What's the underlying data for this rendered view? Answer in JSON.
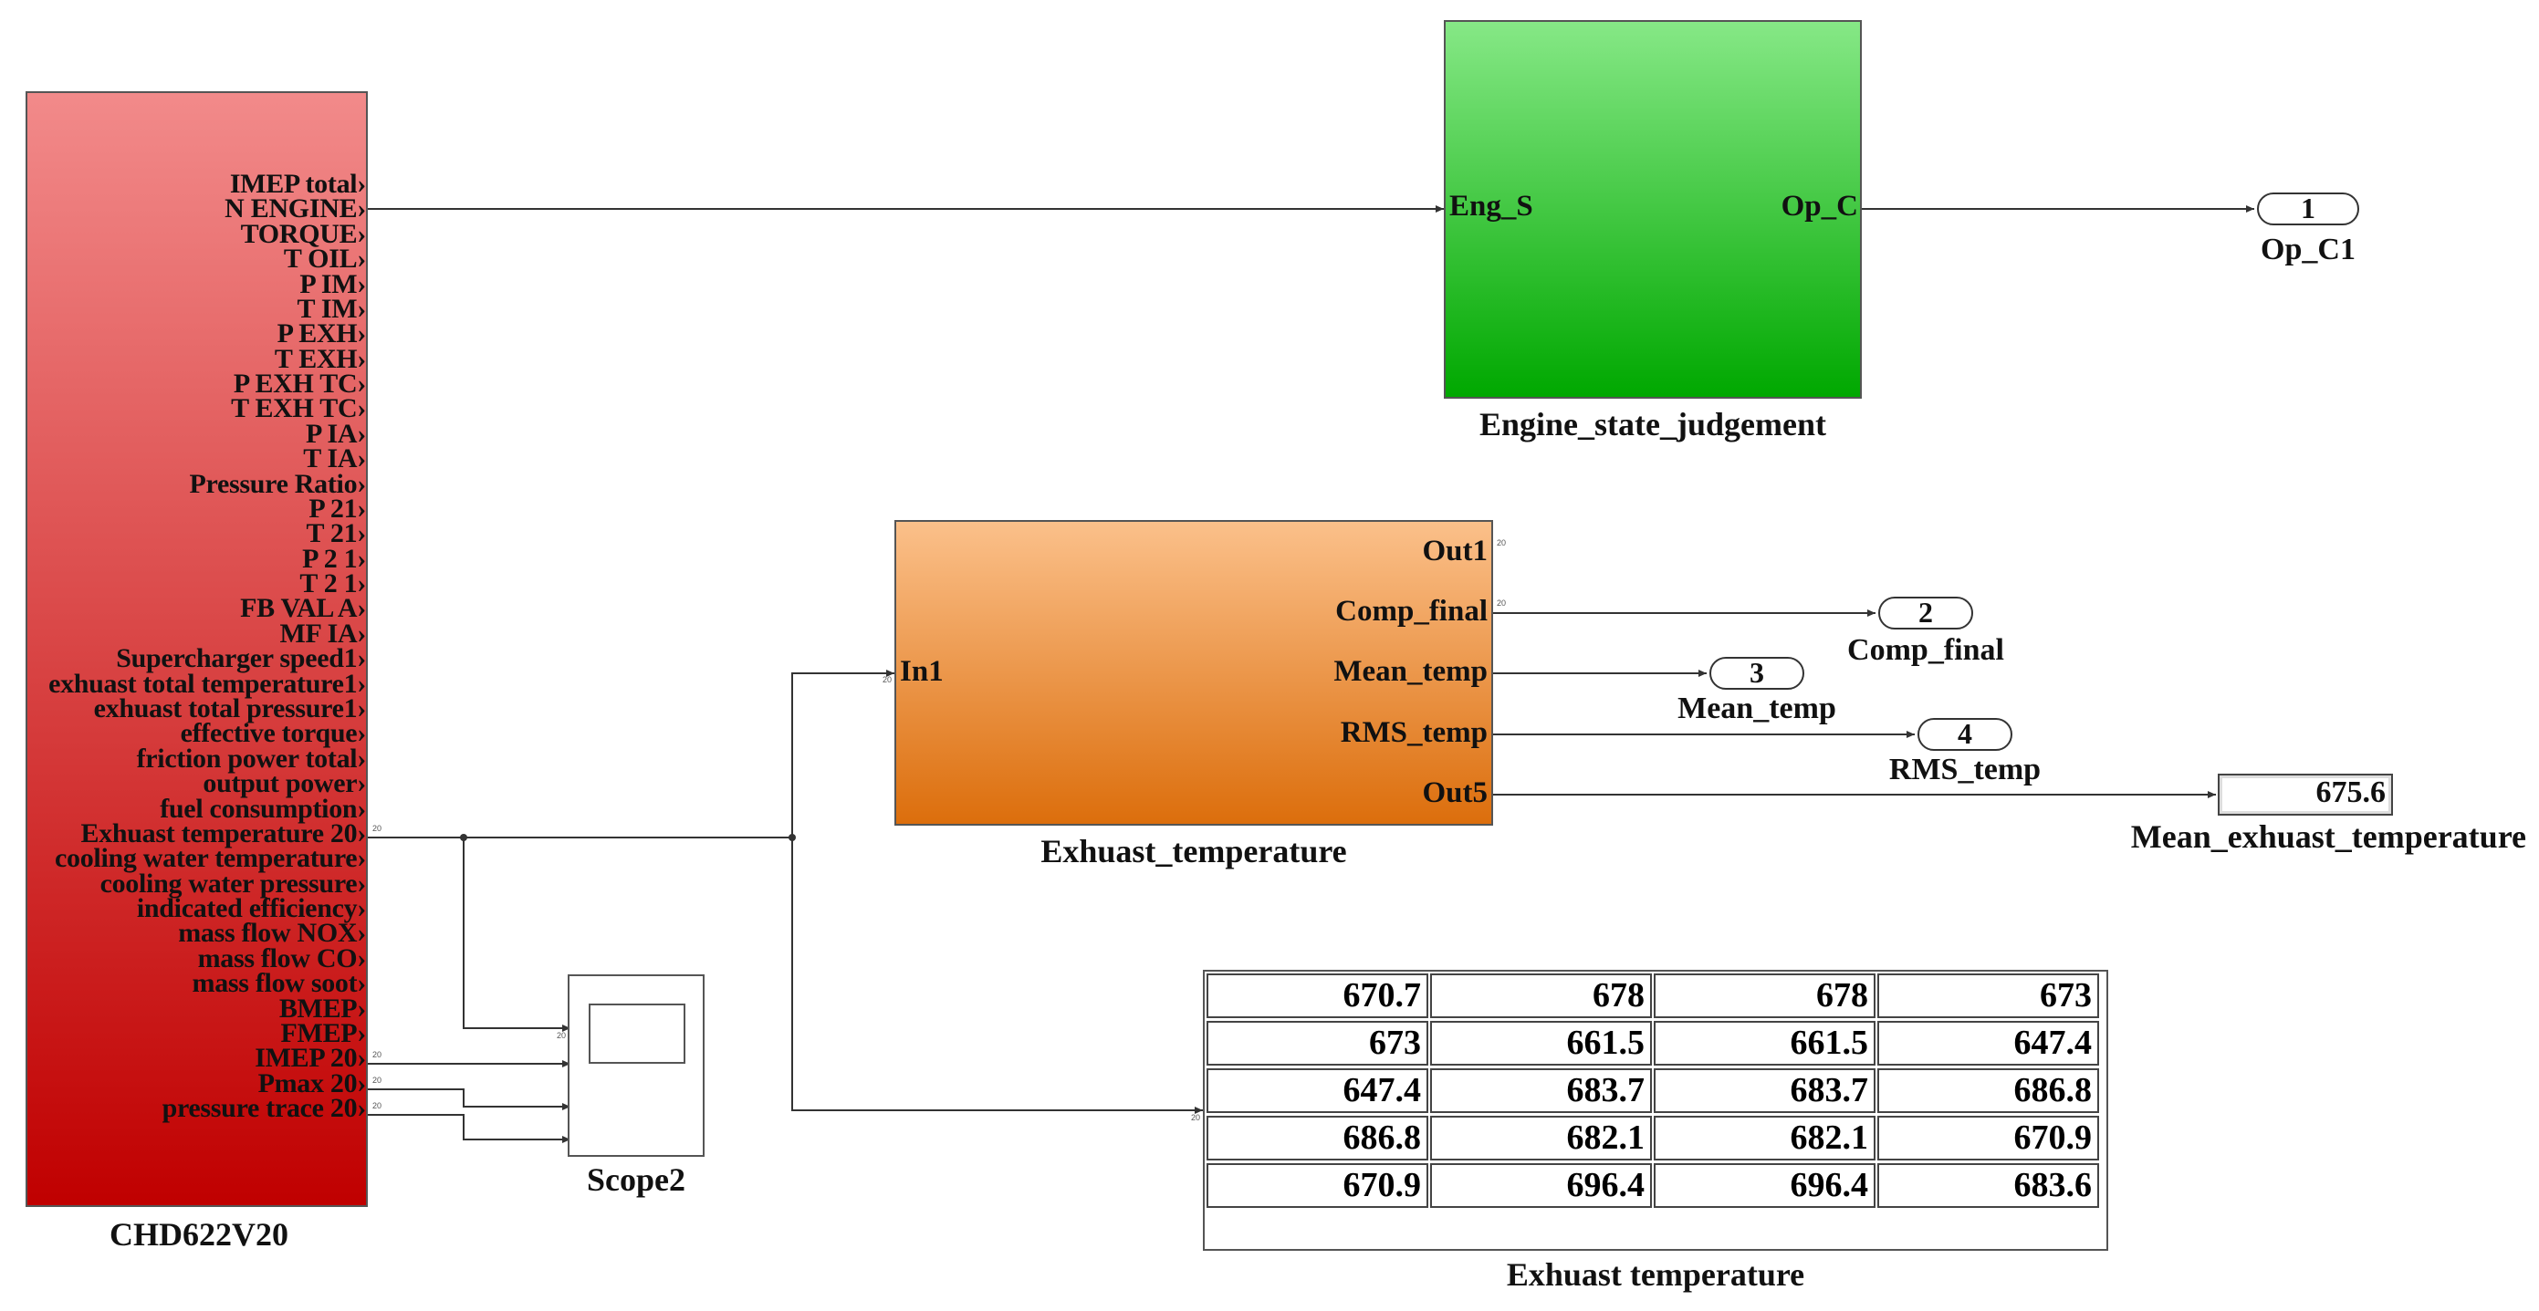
{
  "blocks": {
    "source": {
      "name": "CHD622V20",
      "ports": [
        "IMEP total",
        "N ENGINE",
        "TORQUE",
        "T OIL",
        "P IM",
        "T IM",
        "P EXH",
        "T EXH",
        "P EXH TC",
        "T EXH TC",
        "P IA",
        "T IA",
        "Pressure Ratio",
        "P 21",
        "T 21",
        "P 2 1",
        "T 2 1",
        "FB VAL A",
        "MF IA",
        "Supercharger speed1",
        "exhuast total temperature1",
        "exhuast total pressure1",
        "effective torque",
        "friction power total",
        "output power",
        "fuel consumption",
        "Exhuast temperature 20",
        "cooling water temperature",
        "cooling water pressure",
        "indicated efficiency",
        "mass flow NOX",
        "mass flow CO",
        "mass flow soot",
        "BMEP",
        "FMEP",
        "IMEP 20",
        "Pmax 20",
        "pressure trace 20"
      ]
    },
    "engine_state": {
      "name": "Engine_state_judgement",
      "in_port": "Eng_S",
      "out_port": "Op_C"
    },
    "exhaust": {
      "name": "Exhuast_temperature",
      "in_port": "In1",
      "out_ports": [
        "Out1",
        "Comp_final",
        "Mean_temp",
        "RMS_temp",
        "Out5"
      ]
    },
    "outports": [
      {
        "num": "1",
        "name": "Op_C1"
      },
      {
        "num": "2",
        "name": "Comp_final"
      },
      {
        "num": "3",
        "name": "Mean_temp"
      },
      {
        "num": "4",
        "name": "RMS_temp"
      }
    ],
    "display_mean": {
      "name": "Mean_exhuast_temperature",
      "value": "675.6"
    },
    "scope": {
      "name": "Scope2"
    },
    "display_table": {
      "name": "Exhuast temperature",
      "rows": [
        [
          "670.7",
          "678",
          "678",
          "673"
        ],
        [
          "673",
          "661.5",
          "661.5",
          "647.4"
        ],
        [
          "647.4",
          "683.7",
          "683.7",
          "686.8"
        ],
        [
          "686.8",
          "682.1",
          "682.1",
          "670.9"
        ],
        [
          "670.9",
          "696.4",
          "696.4",
          "683.6"
        ]
      ]
    },
    "signal_dim": "20"
  },
  "colors": {
    "source_top": "#f28a8a",
    "source_bottom": "#c00000",
    "engine_top": "#86e886",
    "engine_bottom": "#00a800",
    "exhaust_top": "#fbc08a",
    "exhaust_bottom": "#dc6e0c",
    "line": "#333333"
  }
}
